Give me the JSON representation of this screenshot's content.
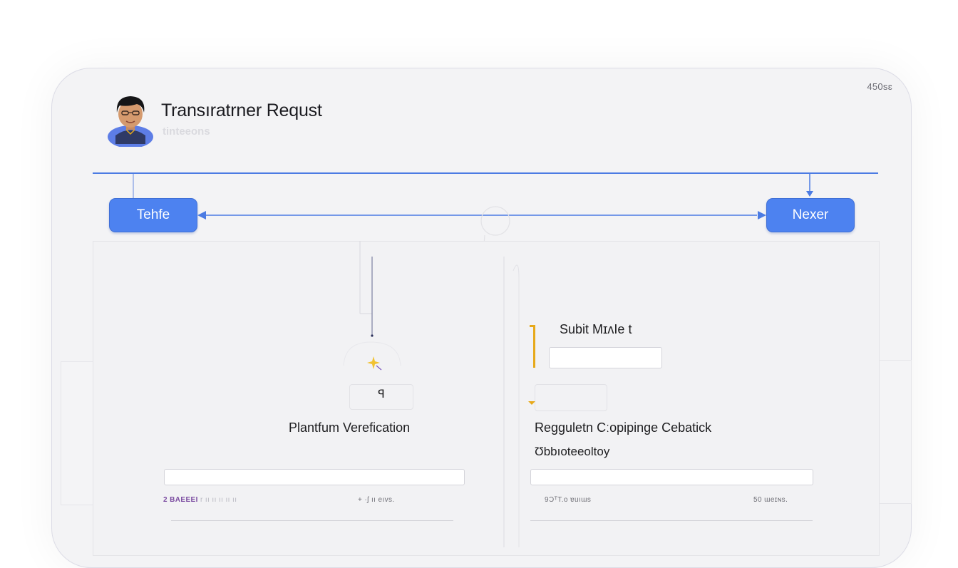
{
  "header": {
    "title": "Transıratrner Requst",
    "subtitle": "tinteeons",
    "counter": "450sɛ"
  },
  "nav": {
    "back_label": "Tehfe",
    "next_label": "Nexer"
  },
  "left_panel": {
    "button_glyph": "ꟼ",
    "label": "Plantfum Verefication",
    "footer_left": "2 BAEEEI",
    "footer_left_suffix": "r ıı ıı ıı ıı ıı",
    "footer_right": "+ ·ʃ ıı eıvs."
  },
  "right_panel": {
    "field_label": "Subit MɪʌIe t",
    "description_line1": "Regguletn Cːopipinge Cebatick",
    "description_line2": "Ʊbbıoteeoltoy",
    "footer_left": "9ƆᵀT.o ɐuıɯs",
    "footer_right": "50 ɯeɪɴs."
  },
  "colors": {
    "accent": "#4d82f0",
    "line": "#4b7be3",
    "warning": "#e7a91a",
    "footer_purple": "#7a4aa0"
  },
  "icons": {
    "avatar": "user-avatar",
    "sparkle": "sparkle-icon"
  }
}
